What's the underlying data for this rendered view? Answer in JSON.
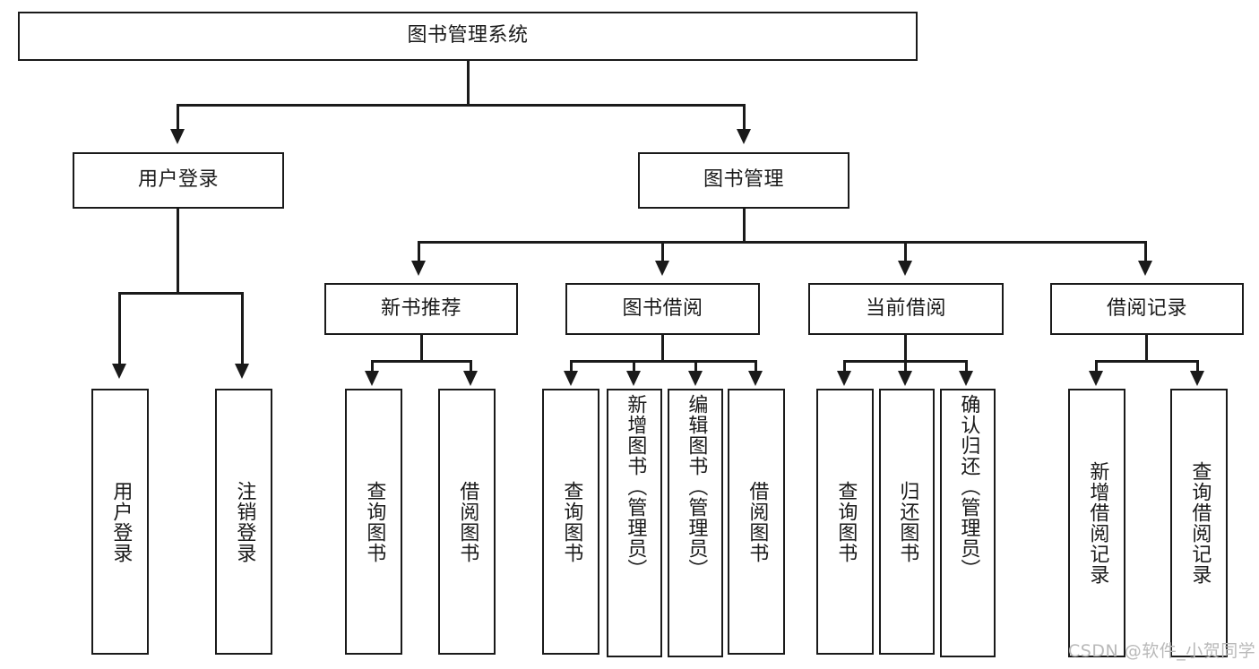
{
  "diagram": {
    "title": "图书管理系统",
    "type": "tree-hierarchy-diagram",
    "colors": {
      "stroke": "#1a1a1a",
      "fill": "#ffffff",
      "background": "#ffffff",
      "watermark": "#b9b9b9"
    },
    "root": {
      "label": "图书管理系统"
    },
    "level2": [
      {
        "label": "用户登录"
      },
      {
        "label": "图书管理"
      }
    ],
    "level3": [
      {
        "label": "新书推荐"
      },
      {
        "label": "图书借阅"
      },
      {
        "label": "当前借阅"
      },
      {
        "label": "借阅记录"
      }
    ],
    "leaves": {
      "user_login": [
        {
          "label": "用户登录"
        },
        {
          "label": "注销登录"
        }
      ],
      "new_book_recommend": [
        {
          "label": "查询图书"
        },
        {
          "label": "借阅图书"
        }
      ],
      "book_borrow": [
        {
          "label": "查询图书"
        },
        {
          "label": "新增图书（管理员）"
        },
        {
          "label": "编辑图书（管理员）"
        },
        {
          "label": "借阅图书"
        }
      ],
      "current_borrow": [
        {
          "label": "查询图书"
        },
        {
          "label": "归还图书"
        },
        {
          "label": "确认归还（管理员）"
        }
      ],
      "borrow_record": [
        {
          "label": "新增借阅记录"
        },
        {
          "label": "查询借阅记录"
        }
      ]
    }
  },
  "watermark": {
    "text": "CSDN @软件_小贺同学"
  }
}
